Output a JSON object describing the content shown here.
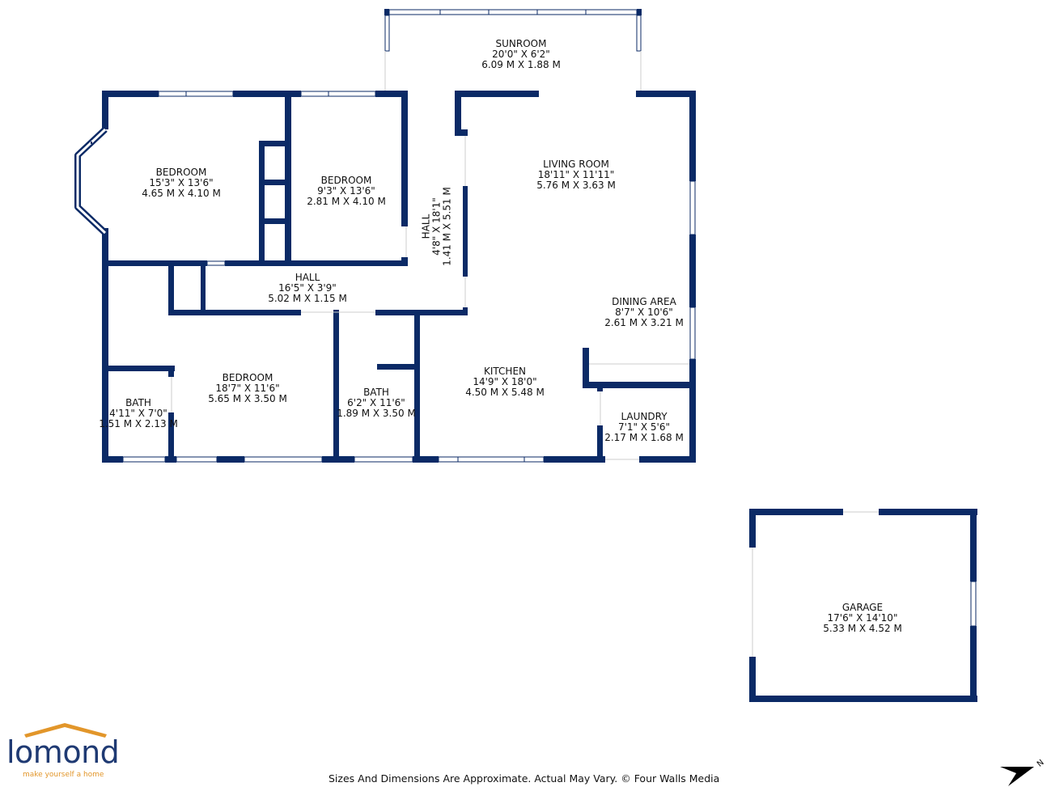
{
  "rooms": {
    "sunroom": {
      "name": "SUNROOM",
      "imperial": "20'0\" X 6'2\"",
      "metric": "6.09 M X 1.88 M"
    },
    "bedroom1": {
      "name": "BEDROOM",
      "imperial": "15'3\" X 13'6\"",
      "metric": "4.65 M X 4.10 M"
    },
    "bedroom2": {
      "name": "BEDROOM",
      "imperial": "9'3\" X 13'6\"",
      "metric": "2.81 M X 4.10 M"
    },
    "hall_vertical": {
      "name": "HALL",
      "imperial": "4'8\" X 18'1\"",
      "metric": "1.41 M X 5.51 M"
    },
    "living_room": {
      "name": "LIVING ROOM",
      "imperial": "18'11\" X 11'11\"",
      "metric": "5.76 M X 3.63 M"
    },
    "hall": {
      "name": "HALL",
      "imperial": "16'5\" X 3'9\"",
      "metric": "5.02 M X 1.15 M"
    },
    "dining_area": {
      "name": "DINING AREA",
      "imperial": "8'7\" X 10'6\"",
      "metric": "2.61 M X 3.21 M"
    },
    "bedroom3": {
      "name": "BEDROOM",
      "imperial": "18'7\" X 11'6\"",
      "metric": "5.65 M X 3.50 M"
    },
    "kitchen": {
      "name": "KITCHEN",
      "imperial": "14'9\" X 18'0\"",
      "metric": "4.50 M X 5.48 M"
    },
    "bath1": {
      "name": "BATH",
      "imperial": "4'11\" X 7'0\"",
      "metric": "1.51 M X 2.13 M"
    },
    "bath2": {
      "name": "BATH",
      "imperial": "6'2\" X 11'6\"",
      "metric": "1.89 M X 3.50 M"
    },
    "laundry": {
      "name": "LAUNDRY",
      "imperial": "7'1\" X 5'6\"",
      "metric": "2.17 M X 1.68 M"
    },
    "garage": {
      "name": "GARAGE",
      "imperial": "17'6\" X 14'10\"",
      "metric": "5.33 M X 4.52 M"
    }
  },
  "brand": {
    "name": "lomond",
    "tagline": "make yourself a home"
  },
  "disclaimer": "Sizes And Dimensions Are Approximate. Actual May Vary. © Four Walls Media",
  "compass": {
    "label": "N"
  },
  "colors": {
    "wall": "#0b2a66",
    "brand_blue": "#1f3a73",
    "brand_orange": "#e2962a"
  }
}
